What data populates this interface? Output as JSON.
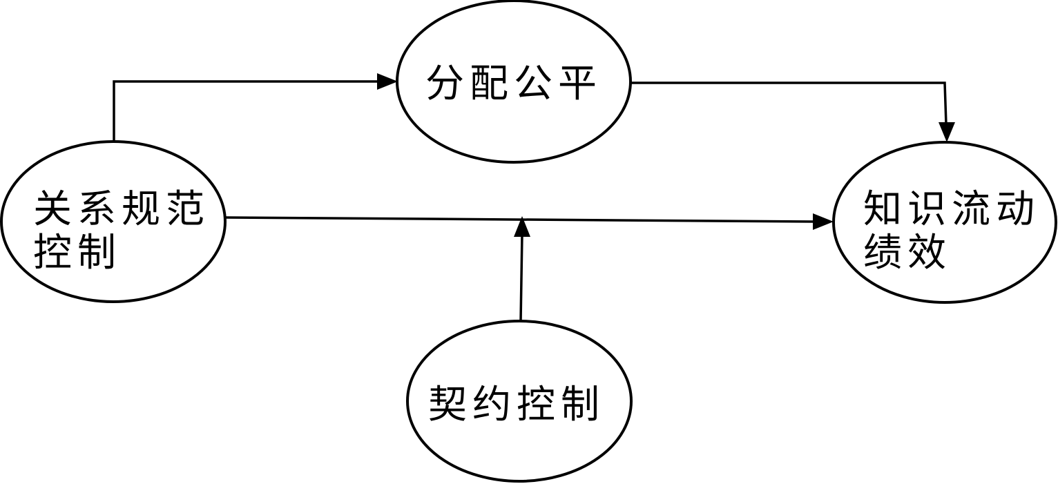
{
  "nodes": {
    "relational": {
      "line1": "关系规范",
      "line2": "控制"
    },
    "fairness": {
      "label": "分配公平"
    },
    "performance": {
      "line1": "知识流动",
      "line2": "绩效"
    },
    "contract": {
      "label": "契约控制"
    }
  },
  "edges": [
    {
      "from": "关系规范控制",
      "to": "分配公平"
    },
    {
      "from": "分配公平",
      "to": "知识流动绩效"
    },
    {
      "from": "关系规范控制",
      "to": "知识流动绩效"
    },
    {
      "from": "契约控制",
      "to": "关系规范控制→知识流动绩效"
    }
  ]
}
